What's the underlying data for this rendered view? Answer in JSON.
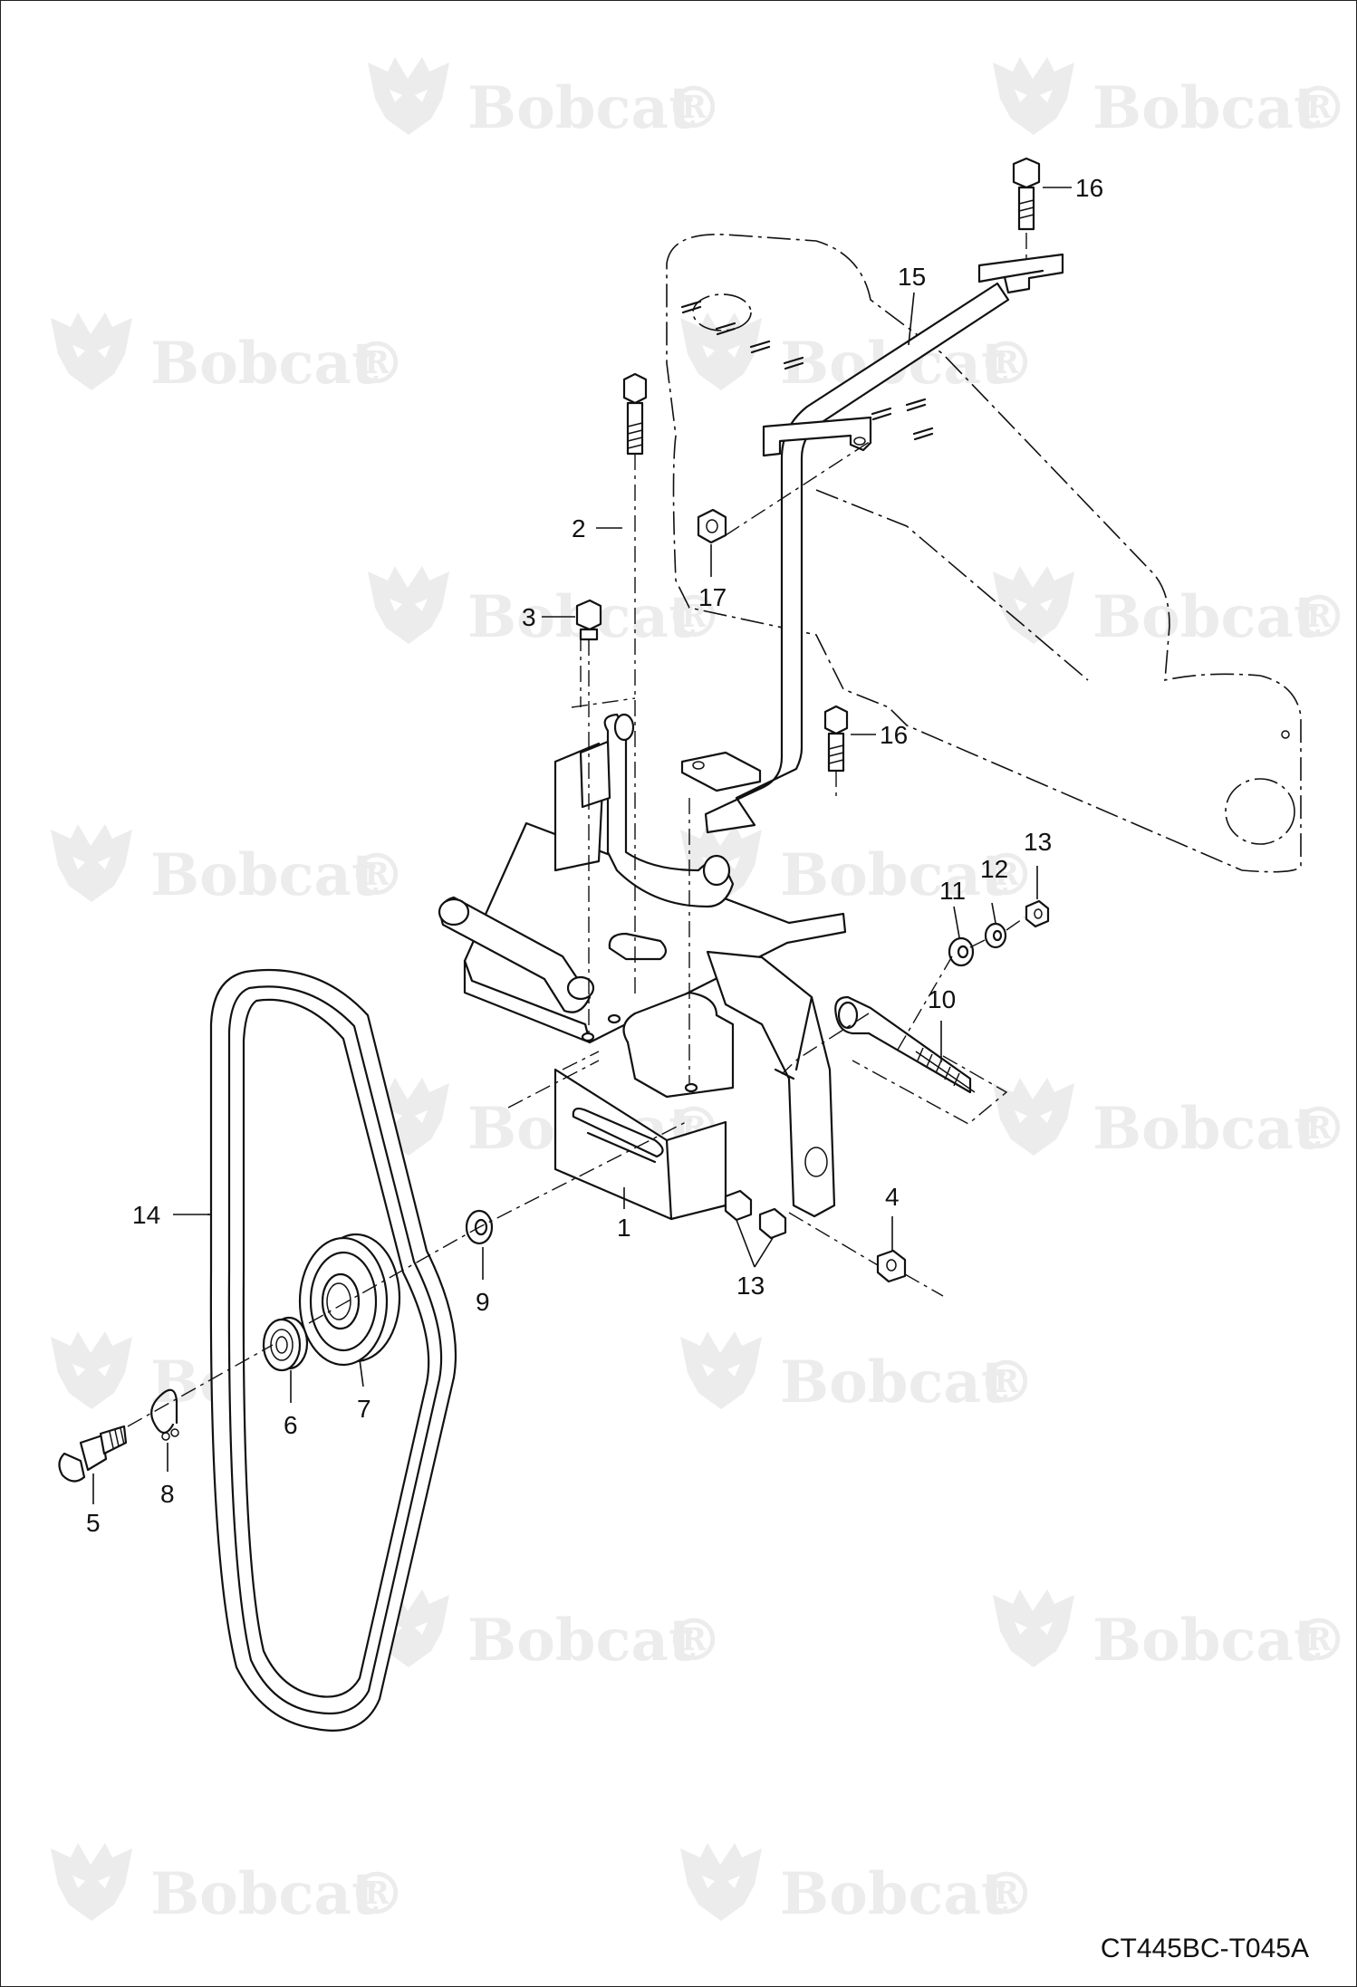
{
  "diagram": {
    "watermark_text": "Bobcat",
    "watermark_mark": "®",
    "drawing_code": "CT445BC-T045A",
    "callouts": {
      "c1": "1",
      "c2": "2",
      "c3": "3",
      "c4": "4",
      "c5": "5",
      "c6": "6",
      "c7": "7",
      "c8": "8",
      "c9": "9",
      "c10": "10",
      "c11": "11",
      "c12": "12",
      "c13a": "13",
      "c13b": "13",
      "c14": "14",
      "c15": "15",
      "c16a": "16",
      "c16b": "16",
      "c17": "17"
    }
  }
}
